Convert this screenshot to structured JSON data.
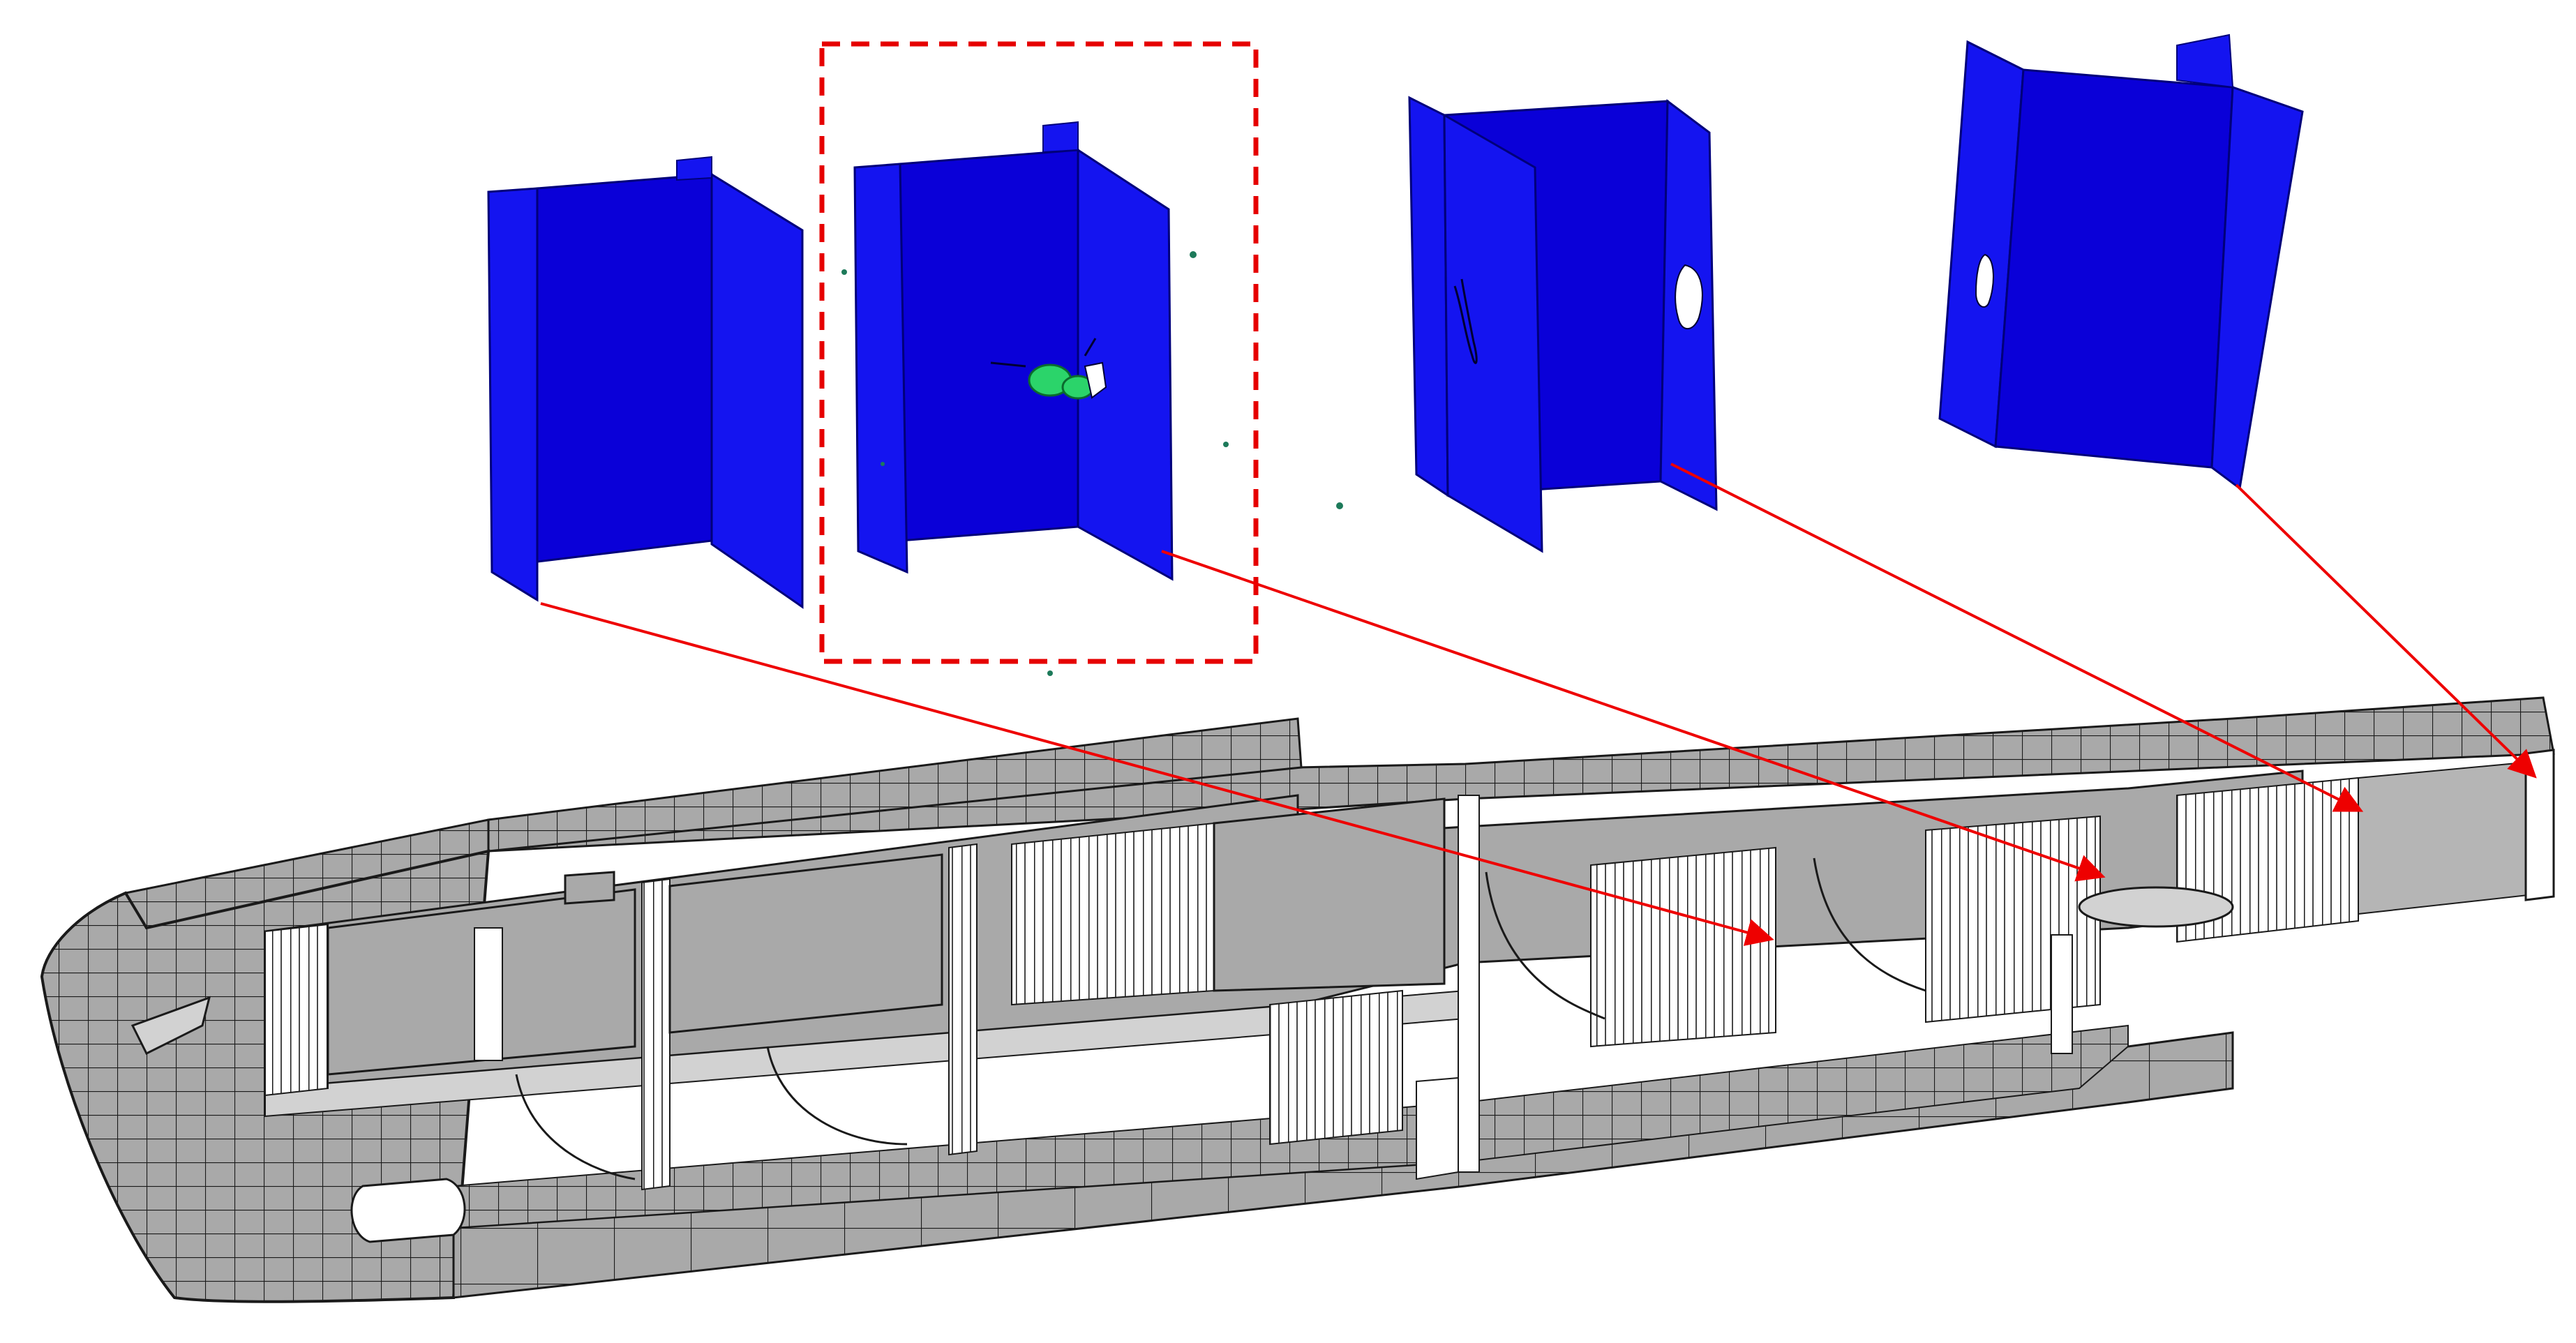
{
  "diagram": {
    "colors": {
      "panel_front": "#0a00d8",
      "panel_side": "#1414f0",
      "panel_edge": "#00007a",
      "hull_fill": "#a9a9a9",
      "hull_light": "#d2d2d2",
      "hull_lines": "#1a1a1a",
      "arrow": "#ee0000",
      "highlight_box": "#e60000",
      "damage": "#2bd46a"
    },
    "panels": [
      {
        "id": "bulkhead-1",
        "damage": "none"
      },
      {
        "id": "bulkhead-2",
        "damage": "fragment-penetration",
        "highlighted": true
      },
      {
        "id": "bulkhead-3",
        "damage": "hole-and-crack"
      },
      {
        "id": "bulkhead-4",
        "damage": "hole"
      }
    ],
    "connectors": [
      {
        "from": "bulkhead-1",
        "to": "hull-bulkhead-1"
      },
      {
        "from": "bulkhead-2",
        "to": "hull-bulkhead-2"
      },
      {
        "from": "bulkhead-3",
        "to": "hull-bulkhead-3"
      },
      {
        "from": "bulkhead-4",
        "to": "hull-bulkhead-4"
      }
    ]
  }
}
